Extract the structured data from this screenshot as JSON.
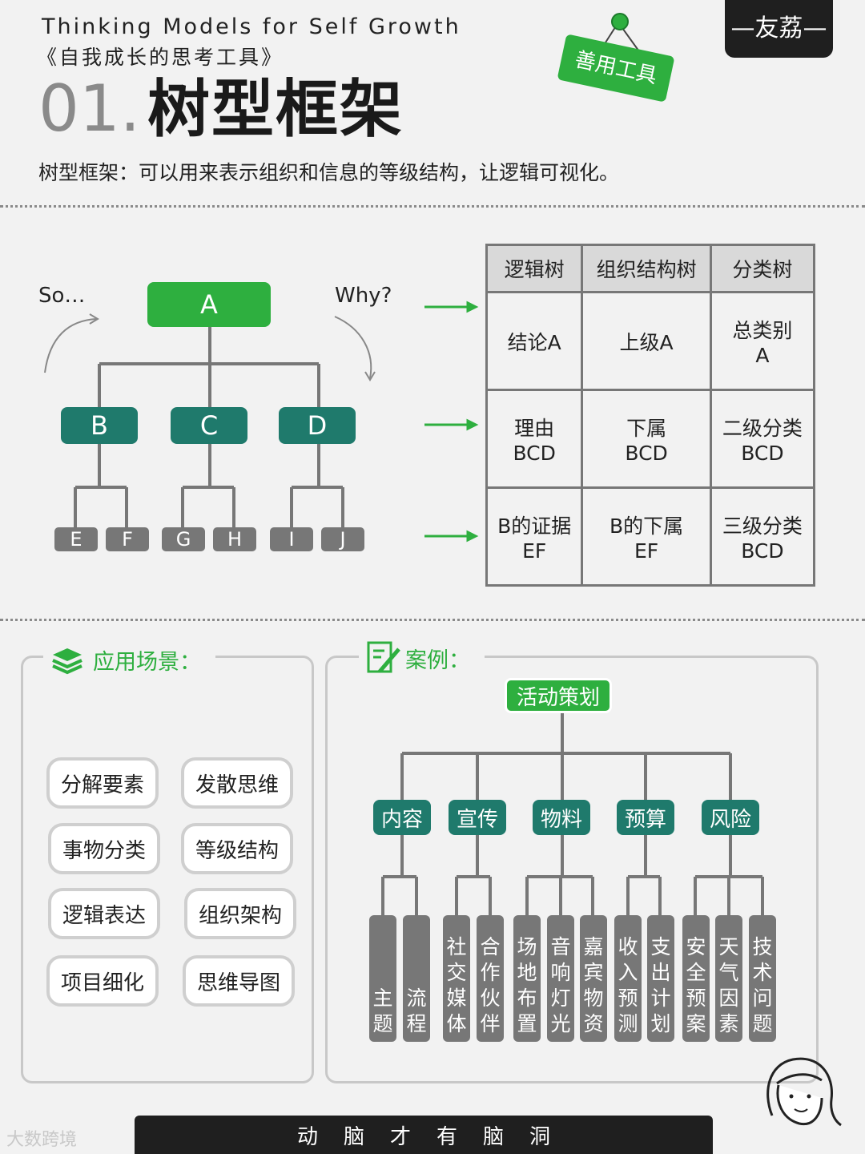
{
  "header": {
    "title_en": "Thinking  Models for Self Growth",
    "title_cn": "《自我成长的思考工具》",
    "number": "01.",
    "main_title": "树型框架",
    "description": "树型框架：可以用来表示组织和信息的等级结构，让逻辑可视化。",
    "brand": "—友荔—",
    "tag": "善用工具"
  },
  "tree": {
    "left_note": "So…",
    "right_note": "Why?",
    "root": "A",
    "level2": [
      "B",
      "C",
      "D"
    ],
    "level3": [
      "E",
      "F",
      "G",
      "H",
      "I",
      "J"
    ],
    "colors": {
      "root": "#2eaf3f",
      "level2": "#1f7a6c",
      "level3": "#777777",
      "line": "#777777",
      "arrow": "#2eaf3f"
    }
  },
  "table": {
    "headers": [
      "逻辑树",
      "组织结构树",
      "分类树"
    ],
    "rows": [
      [
        "结论A",
        "上级A",
        "总类别\nA"
      ],
      [
        "理由\nBCD",
        "下属\nBCD",
        "二级分类\nBCD"
      ],
      [
        "B的证据\nEF",
        "B的下属\nEF",
        "三级分类\nBCD"
      ]
    ]
  },
  "scenarios": {
    "title": "应用场景：",
    "items": [
      "分解要素",
      "发散思维",
      "事物分类",
      "等级结构",
      "逻辑表达",
      "组织架构",
      "项目细化",
      "思维导图"
    ]
  },
  "case": {
    "title": "案例：",
    "root": "活动策划",
    "branches": [
      {
        "label": "内容",
        "leaves": [
          "主题",
          "流程"
        ]
      },
      {
        "label": "宣传",
        "leaves": [
          "社交媒体",
          "合作伙伴"
        ]
      },
      {
        "label": "物料",
        "leaves": [
          "场地布置",
          "音响灯光",
          "嘉宾物资"
        ]
      },
      {
        "label": "预算",
        "leaves": [
          "收入预测",
          "支出计划"
        ]
      },
      {
        "label": "风险",
        "leaves": [
          "安全预案",
          "天气因素",
          "技术问题"
        ]
      }
    ]
  },
  "footer": {
    "chars": [
      "动",
      "脑",
      "才",
      "有",
      "脑",
      "洞"
    ]
  },
  "watermark": "大数跨境"
}
